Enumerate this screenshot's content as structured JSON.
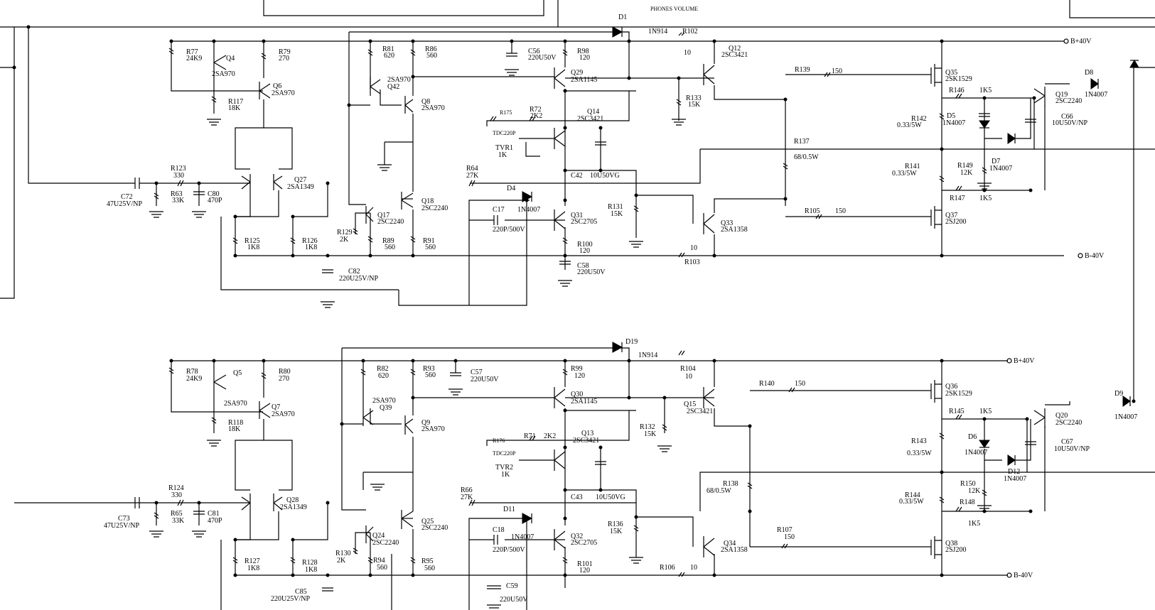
{
  "header": {
    "title": "PHONES VOLUME"
  },
  "rails": {
    "pos_top": "B+40V",
    "neg_top": "B-40V",
    "pos_bot": "B+40V",
    "neg_bot": "B-40V"
  },
  "top": {
    "D1": {
      "ref": "D1",
      "part": "1N914"
    },
    "R102": {
      "ref": "R102",
      "val": "10"
    },
    "Q12": {
      "ref": "Q12",
      "part": "2SC3421"
    },
    "R77": {
      "ref": "R77",
      "val": "24K9"
    },
    "Q4": {
      "ref": "Q4",
      "part": "2SA970"
    },
    "R79": {
      "ref": "R79",
      "val": "270"
    },
    "Q6": {
      "ref": "Q6",
      "part": "2SA970"
    },
    "R117": {
      "ref": "R117",
      "val": "18K"
    },
    "R81": {
      "ref": "R81",
      "val": "620"
    },
    "R86": {
      "ref": "R86",
      "val": "560"
    },
    "Q42": {
      "ref": "Q42",
      "part": "2SA970"
    },
    "Q8": {
      "ref": "Q8",
      "part": "2SA970"
    },
    "C56": {
      "ref": "C56",
      "val": "220U50V"
    },
    "R98": {
      "ref": "R98",
      "val": "120"
    },
    "Q29": {
      "ref": "Q29",
      "part": "2SA1145"
    },
    "R175": {
      "ref": "R175"
    },
    "R72": {
      "ref": "R72",
      "val": "2K2"
    },
    "Q14": {
      "ref": "Q14",
      "part": "2SC3421"
    },
    "TDC": {
      "ref": "TDC220P"
    },
    "TVR1": {
      "ref": "TVR1",
      "val": "1K"
    },
    "C42": {
      "ref": "C42",
      "val": "10U50VG"
    },
    "R133": {
      "ref": "R133",
      "val": "15K"
    },
    "R139": {
      "ref": "R139",
      "val": "150"
    },
    "Q35": {
      "ref": "Q35",
      "part": "2SK1529"
    },
    "R146": {
      "ref": "R146",
      "val": "1K5"
    },
    "R142": {
      "ref": "R142",
      "val": "0.33/5W"
    },
    "D5": {
      "ref": "D5",
      "part": "1N4007"
    },
    "D8": {
      "ref": "D8",
      "part": "1N4007"
    },
    "Q19": {
      "ref": "Q19",
      "part": "2SC2240"
    },
    "C66": {
      "ref": "C66",
      "val": "10U50V/NP"
    },
    "R137": {
      "ref": "R137",
      "val": "68/0.5W"
    },
    "R141": {
      "ref": "R141",
      "val": "0.33/5W"
    },
    "R149": {
      "ref": "R149",
      "val": "12K"
    },
    "D7": {
      "ref": "D7",
      "part": "1N4007"
    },
    "R147": {
      "ref": "R147",
      "val": "1K5"
    },
    "R105": {
      "ref": "R105",
      "val": "150"
    },
    "Q37": {
      "ref": "Q37",
      "part": "2SJ200"
    },
    "R123": {
      "ref": "R123",
      "val": "330"
    },
    "C72": {
      "ref": "C72",
      "val": "47U25V/NP"
    },
    "R63": {
      "ref": "R63",
      "val": "33K"
    },
    "C80": {
      "ref": "C80",
      "val": "470P"
    },
    "Q27": {
      "ref": "Q27",
      "part": "2SA1349"
    },
    "R64": {
      "ref": "R64",
      "val": "27K"
    },
    "D4": {
      "ref": "D4",
      "part": "1N4007"
    },
    "Q17": {
      "ref": "Q17",
      "part": "2SC2240"
    },
    "Q18": {
      "ref": "Q18",
      "part": "2SC2240"
    },
    "C17": {
      "ref": "C17",
      "val": "220P/500V"
    },
    "Q31": {
      "ref": "Q31",
      "part": "2SC2705"
    },
    "R131": {
      "ref": "R131",
      "val": "15K"
    },
    "Q33": {
      "ref": "Q33",
      "part": "2SA1358"
    },
    "R125": {
      "ref": "R125",
      "val": "1K8"
    },
    "R126": {
      "ref": "R126",
      "val": "1K8"
    },
    "R129": {
      "ref": "R129",
      "val": "2K"
    },
    "R89": {
      "ref": "R89",
      "val": "560"
    },
    "R91": {
      "ref": "R91",
      "val": "560"
    },
    "R100": {
      "ref": "R100",
      "val": "120"
    },
    "R103": {
      "ref": "R103",
      "val": "10"
    },
    "C82": {
      "ref": "C82",
      "val": "220U25V/NP"
    },
    "C58": {
      "ref": "C58",
      "val": "220U50V"
    }
  },
  "bottom": {
    "D19": {
      "ref": "D19",
      "part": "1N914"
    },
    "R104": {
      "ref": "R104",
      "val": "10"
    },
    "R78": {
      "ref": "R78",
      "val": "24K9"
    },
    "Q5": {
      "ref": "Q5"
    },
    "R80": {
      "ref": "R80",
      "val": "270"
    },
    "R82": {
      "ref": "R82",
      "val": "620"
    },
    "R93": {
      "ref": "R93",
      "val": "560"
    },
    "C57": {
      "ref": "C57",
      "val": "220U50V"
    },
    "R99": {
      "ref": "R99",
      "val": "120"
    },
    "Q30": {
      "ref": "Q30",
      "part": "2SA1145"
    },
    "Q15": {
      "ref": "Q15",
      "part": "2SC3421"
    },
    "R140": {
      "ref": "R140",
      "val": "150"
    },
    "Q36": {
      "ref": "Q36",
      "part": "2SK1529"
    },
    "Q39": {
      "ref": "Q39",
      "part": "2SA970"
    },
    "Q7": {
      "ref": "Q7",
      "part": "2SA970"
    },
    "Q5part": {
      "part": "2SA970"
    },
    "R118": {
      "ref": "R118",
      "val": "18K"
    },
    "Q9": {
      "ref": "Q9",
      "part": "2SA970"
    },
    "R145": {
      "ref": "R145",
      "val": "1K5"
    },
    "D9": {
      "ref": "D9",
      "part": "1N4007"
    },
    "Q20": {
      "ref": "Q20",
      "part": "2SC2240"
    },
    "C67": {
      "ref": "C67",
      "val": "10U50V/NP"
    },
    "R176": {
      "ref": "R176"
    },
    "R71": {
      "ref": "R71",
      "val": "2K2"
    },
    "Q13": {
      "ref": "Q13",
      "part": "2SC3421"
    },
    "R132": {
      "ref": "R132",
      "val": "15K"
    },
    "R143": {
      "ref": "R143",
      "val": "0.33/5W"
    },
    "D6": {
      "ref": "D6",
      "part": "1N4007"
    },
    "TDC": {
      "ref": "TDC220P"
    },
    "TVR2": {
      "ref": "TVR2",
      "val": "1K"
    },
    "D12": {
      "ref": "D12",
      "part": "1N4007"
    },
    "R138": {
      "ref": "R138",
      "val": "68/0.5W"
    },
    "R150": {
      "ref": "R150",
      "val": "12K"
    },
    "R124": {
      "ref": "R124",
      "val": "330"
    },
    "C73": {
      "ref": "C73",
      "val": "47U25V/NP"
    },
    "R65": {
      "ref": "R65",
      "val": "33K"
    },
    "C81": {
      "ref": "C81",
      "val": "470P"
    },
    "Q28": {
      "ref": "Q28",
      "part": "2SA1349"
    },
    "R66": {
      "ref": "R66",
      "val": "27K"
    },
    "C43": {
      "ref": "C43",
      "val": "10U50VG"
    },
    "R144": {
      "ref": "R144",
      "val": "0.33/5W"
    },
    "R148": {
      "ref": "R148",
      "val": "1K5"
    },
    "D11": {
      "ref": "D11",
      "part": "1N4007"
    },
    "Q25": {
      "ref": "Q25",
      "part": "2SC2240"
    },
    "R136": {
      "ref": "R136",
      "val": "15K"
    },
    "C18": {
      "ref": "C18",
      "val": "220P/500V"
    },
    "Q32": {
      "ref": "Q32",
      "part": "2SC2705"
    },
    "Q34": {
      "ref": "Q34",
      "part": "2SA1358"
    },
    "R107": {
      "ref": "R107",
      "val": "150"
    },
    "Q38": {
      "ref": "Q38",
      "part": "2SJ200"
    },
    "R130": {
      "ref": "R130",
      "val": "2K"
    },
    "Q24": {
      "ref": "Q24",
      "part": "2SC2240"
    },
    "R127": {
      "ref": "R127",
      "val": "1K8"
    },
    "R128": {
      "ref": "R128",
      "val": "1K8"
    },
    "R94": {
      "ref": "R94",
      "val": "560"
    },
    "R95": {
      "ref": "R95",
      "val": "560"
    },
    "R101": {
      "ref": "R101",
      "val": "120"
    },
    "R106": {
      "ref": "R106",
      "val": "10"
    },
    "C85": {
      "ref": "C85",
      "val": "220U25V/NP"
    },
    "C59": {
      "ref": "C59",
      "val": "220U50V"
    }
  }
}
